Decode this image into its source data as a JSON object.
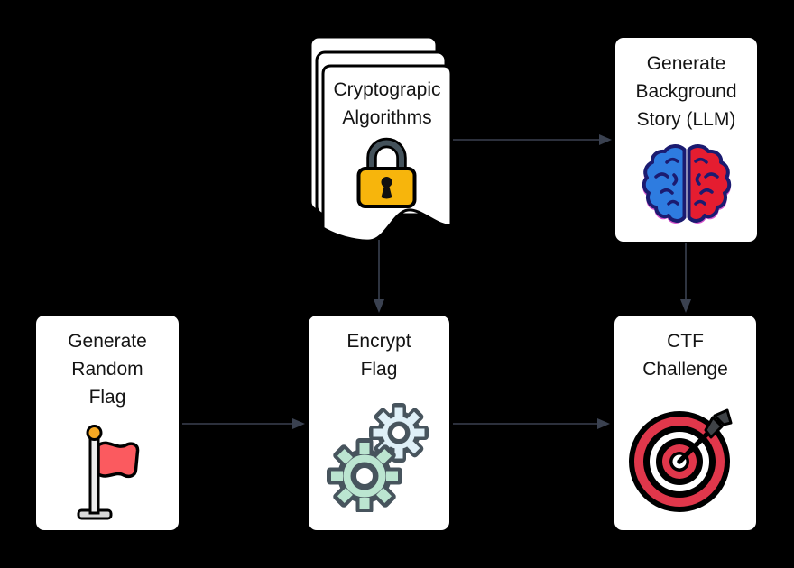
{
  "diagram": {
    "nodes": {
      "crypto_algorithms": {
        "lines": [
          "Cryptograpic",
          "Algorithms"
        ],
        "icon": "lock-icon"
      },
      "background_story": {
        "lines": [
          "Generate",
          "Background",
          "Story (LLM)"
        ],
        "icon": "brain-icon"
      },
      "random_flag": {
        "lines": [
          "Generate",
          "Random",
          "Flag"
        ],
        "icon": "flag-icon"
      },
      "encrypt_flag": {
        "lines": [
          "Encrypt",
          "Flag"
        ],
        "icon": "gears-icon"
      },
      "ctf_challenge": {
        "lines": [
          "CTF",
          "Challenge"
        ],
        "icon": "target-icon"
      }
    },
    "edges": [
      {
        "from": "crypto_algorithms",
        "to": "background_story"
      },
      {
        "from": "crypto_algorithms",
        "to": "encrypt_flag"
      },
      {
        "from": "background_story",
        "to": "ctf_challenge"
      },
      {
        "from": "random_flag",
        "to": "encrypt_flag"
      },
      {
        "from": "encrypt_flag",
        "to": "ctf_challenge"
      }
    ],
    "colors": {
      "background": "#000000",
      "node_fill": "#ffffff",
      "node_text": "#141414",
      "arrow": "#3a4150",
      "lock_body": "#f7b50c",
      "lock_shackle": "#44525b",
      "brain_left": "#2e7ce0",
      "brain_right": "#e51d30",
      "brain_outline": "#1b1b70",
      "brain_accent": "#d855cc",
      "flag_red": "#fb5a5f",
      "flag_ball": "#f6a823",
      "flag_pole": "#ececec",
      "flag_base": "#d8d8d8",
      "gear_outline": "#47545d",
      "gear_small_fill": "#dff0f8",
      "gear_large_fill": "#bbe5d0",
      "target_red": "#e0374b",
      "arrow_fletching": "#3f4347"
    }
  }
}
